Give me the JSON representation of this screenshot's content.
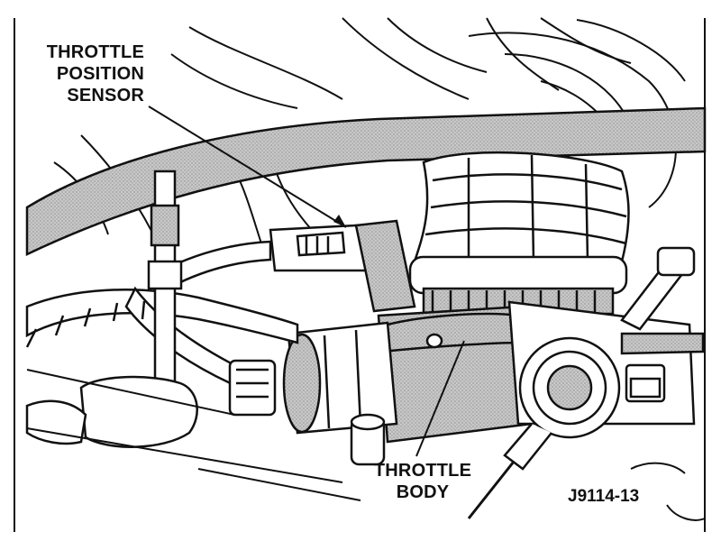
{
  "labels": {
    "tps_line1": "THROTTLE",
    "tps_line2": "POSITION",
    "tps_line3": "SENSOR",
    "tb_line1": "THROTTLE",
    "tb_line2": "BODY"
  },
  "figure_id": "J9114-13",
  "colors": {
    "ink": "#111111",
    "shade": "#bdbdbd",
    "dark_shade": "#8a8a8a",
    "paper": "#ffffff"
  }
}
